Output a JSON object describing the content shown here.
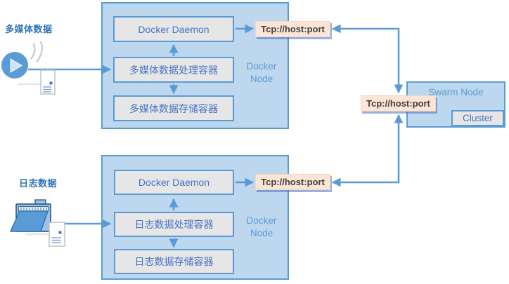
{
  "sources": {
    "multimedia_label": "多媒体数据",
    "logs_label": "日志数据"
  },
  "top_node": {
    "label": "Docker Node",
    "daemon": "Docker Daemon",
    "processor": "多媒体数据处理容器",
    "storage": "多媒体数据存储容器",
    "endpoint": "Tcp://host:port"
  },
  "bottom_node": {
    "label": "Docker Node",
    "daemon": "Docker Daemon",
    "processor": "日志数据处理容器",
    "storage": "日志数据存储容器",
    "endpoint": "Tcp://host:port"
  },
  "swarm": {
    "label": "Swarm Node",
    "cluster": "Cluster",
    "endpoint": "Tcp://host:port"
  },
  "icons": {
    "multimedia": "play-media-icon",
    "multimedia_waves": "sound-waves-icon",
    "multimedia_doc": "document-icon",
    "logs": "open-folder-icon",
    "logs_doc": "document-icon"
  },
  "colors": {
    "accent_blue": "#5b9bd5",
    "node_fill": "#bdd7ee",
    "box_fill": "#e7e6e6",
    "box_text": "#4472c4",
    "endpoint_fill": "#fce4d6",
    "endpoint_text": "#404040",
    "source_label_text": "#2e75b6"
  }
}
